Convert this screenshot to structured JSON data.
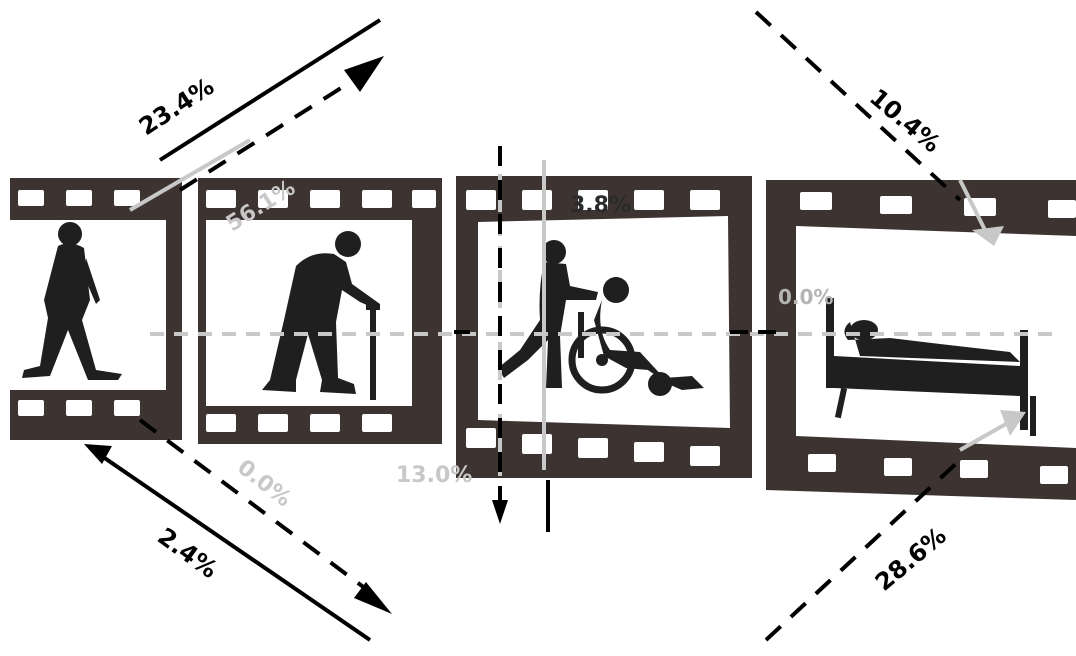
{
  "colors": {
    "film": "#3d3432",
    "film_dark": "#2e2726",
    "frame": "#ffffff",
    "silhouette": "#1f1f1f",
    "arrow": "#000000",
    "ghost": "#c8c8c8"
  },
  "figures": [
    {
      "name": "walking-person-icon",
      "stage": "independent walking"
    },
    {
      "name": "person-with-cane-icon",
      "stage": "walking with cane"
    },
    {
      "name": "wheelchair-icon",
      "stage": "wheelchair with caregiver"
    },
    {
      "name": "bedridden-icon",
      "stage": "bedridden"
    }
  ],
  "transitions": {
    "top_left": "23.4%",
    "bottom_left": "2.4%",
    "top_right": "10.4%",
    "bottom_right": "28.6%",
    "frame1_ghost": "56.1%",
    "frame2_bottom": "0.0%",
    "frame3_top": "3.8%",
    "frame3_bottom": "13.0%",
    "frame4_left": "0.0%"
  }
}
